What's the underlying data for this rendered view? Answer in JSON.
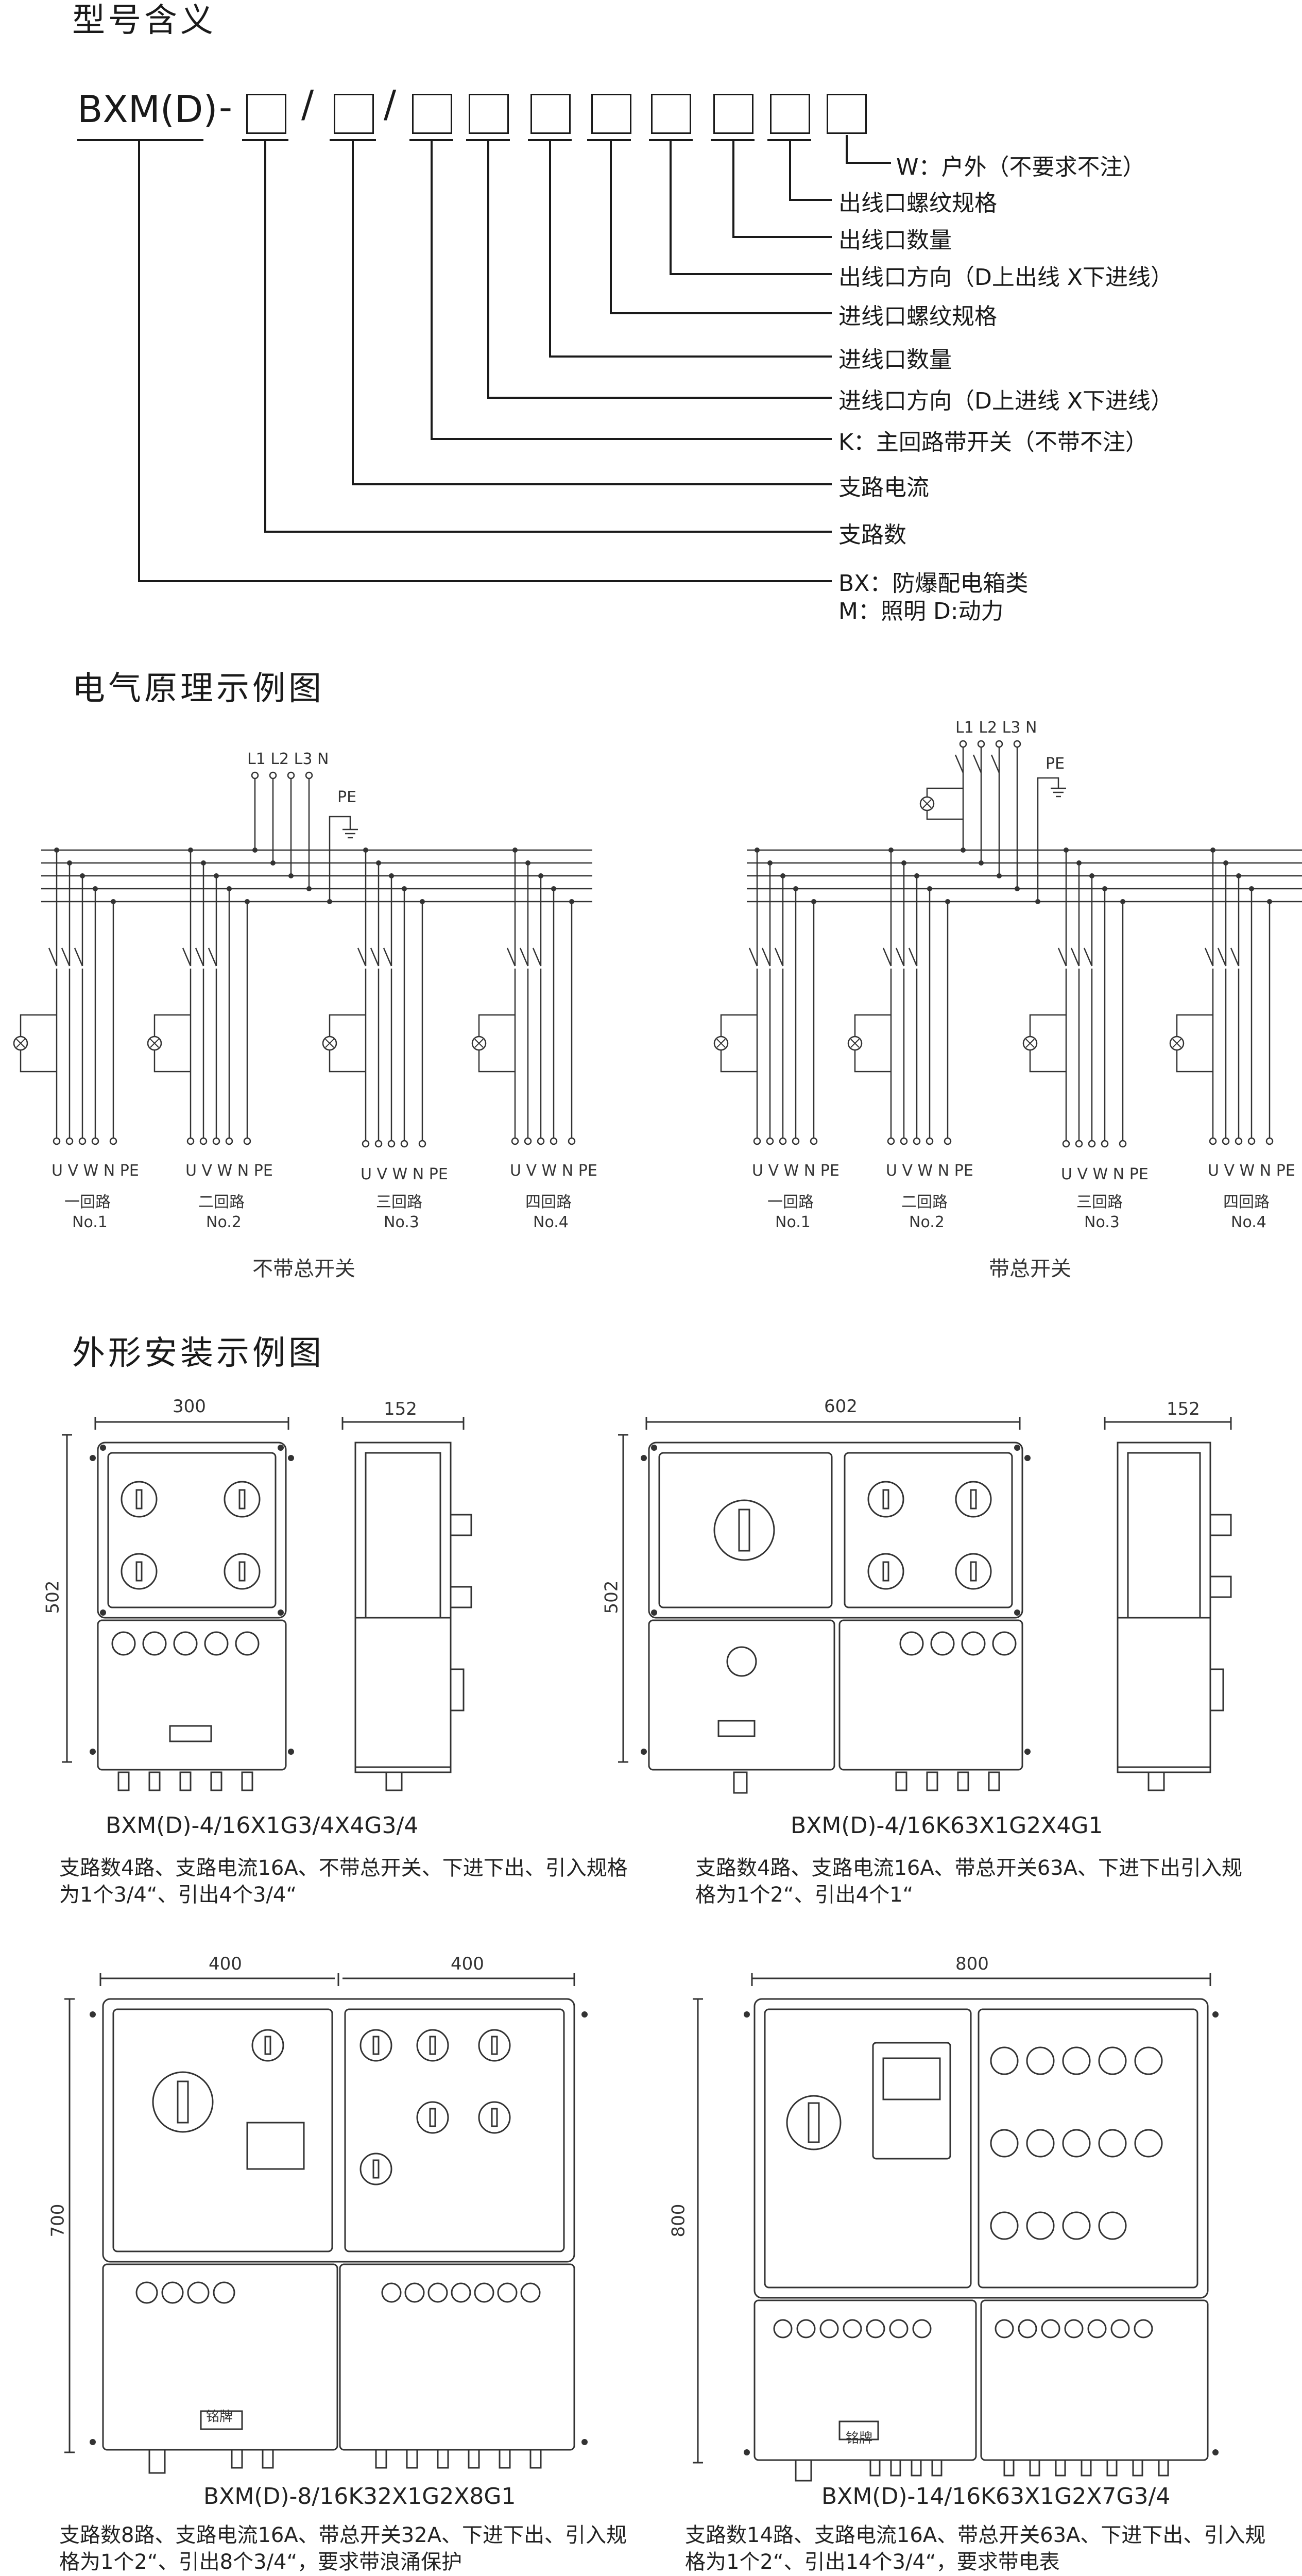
{
  "headings": {
    "meaning": "型号含义",
    "schematic": "电气原理示例图",
    "install": "外形安装示例图"
  },
  "code": {
    "prefix": "BXM(D)",
    "dash": "-",
    "slash1": "/",
    "slash2": "/"
  },
  "legend": [
    "W：户外（不要求不注）",
    "出线口螺纹规格",
    "出线口数量",
    "出线口方向（D上出线 X下进线）",
    "进线口螺纹规格",
    "进线口数量",
    "进线口方向（D上进线 X下进线）",
    "K：主回路带开关（不带不注）",
    "支路电流",
    "支路数",
    "BX：防爆配电箱类",
    "M：照明    D:动力"
  ],
  "schematic": {
    "bus_top": "L1 L2 L3  N",
    "pe": "PE",
    "terminals": "U  V  W  N  PE",
    "circuits": [
      "一回路",
      "二回路",
      "三回路",
      "四回路"
    ],
    "numbers": [
      "No.1",
      "No.2",
      "No.3",
      "No.4"
    ],
    "left_caption": "不带总开关",
    "right_caption": "带总开关"
  },
  "products": [
    {
      "model": "BXM(D)-4/16X1G3/4X4G3/4",
      "desc": "支路数4路、支路电流16A、不带总开关、下进下出、引入规格为1个3/4“、引出4个3/4“",
      "width": "300",
      "depth": "152",
      "height": "502"
    },
    {
      "model": "BXM(D)-4/16K63X1G2X4G1",
      "desc": "支路数4路、支路电流16A、带总开关63A、下进下出引入规格为1个2“、引出4个1“",
      "width": "602",
      "depth": "152",
      "height": "502"
    },
    {
      "model": "BXM(D)-8/16K32X1G2X8G1",
      "desc": "支路数8路、支路电流16A、带总开关32A、下进下出、引入规格为1个2“、引出8个3/4“，要求带浪涌保护",
      "width_left": "400",
      "width_right": "400",
      "height": "700",
      "plate": "铭牌"
    },
    {
      "model": "BXM(D)-14/16K63X1G2X7G3/4",
      "desc": "支路数14路、支路电流16A、带总开关63A、下进下出、引入规格为1个2“、引出14个3/4“，要求带电表",
      "width": "800",
      "height": "800",
      "plate": "铭牌"
    }
  ]
}
